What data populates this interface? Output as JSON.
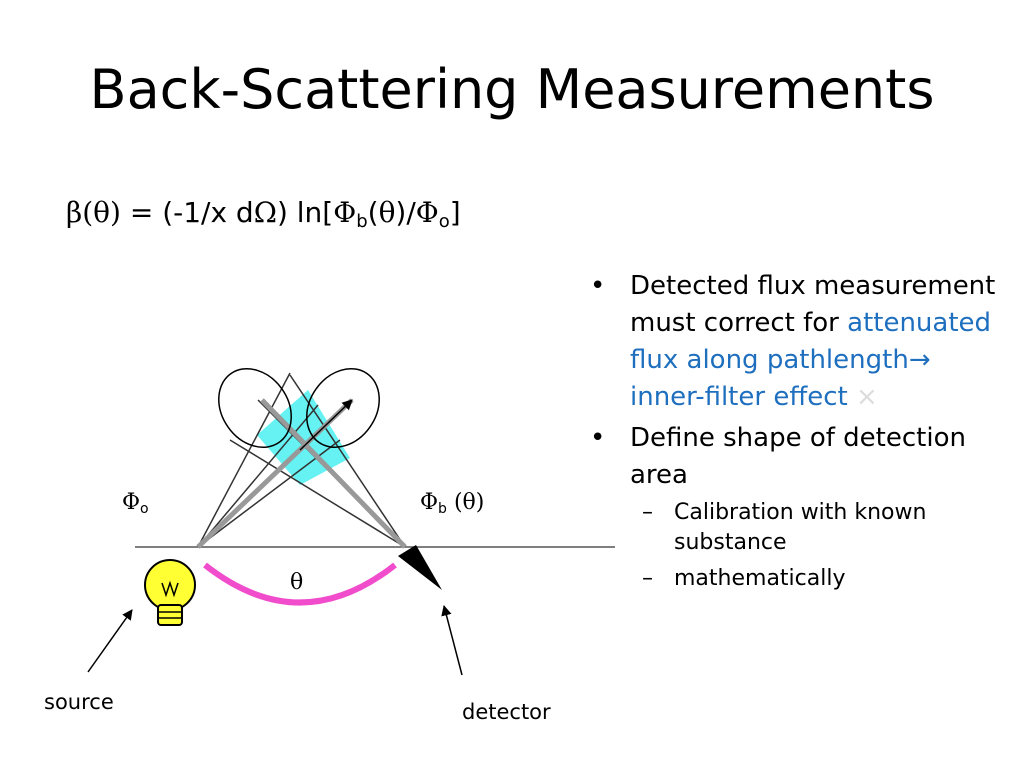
{
  "slide": {
    "title": "Back-Scattering Measurements",
    "formula": {
      "beta": "β",
      "theta": "θ",
      "middle": "= (-1/x d",
      "omega": "Ω",
      "after_omega": ") ln[",
      "phi": "Φ",
      "sub_b": "b",
      "sub_o": "o",
      "close": "]"
    },
    "bullets": [
      {
        "text_part1": "Detected flux measurement must correct for ",
        "highlight": "attenuated flux along pathlength",
        "arrow": "→",
        "highlight2": "inner-filter effect",
        "mark": "×"
      },
      {
        "text": "Define shape of detection area",
        "subitems": [
          "Calibration with known substance",
          "mathematically"
        ]
      }
    ],
    "diagram": {
      "phi_o": {
        "symbol": "Φ",
        "sub": "o"
      },
      "phi_b": {
        "symbol": "Φ",
        "sub": "b",
        "arg": "(θ)"
      },
      "theta": "θ",
      "source": "source",
      "detector": "detector"
    },
    "colors": {
      "cone": "#66f2f2",
      "arc": "#f04ccc",
      "bulb": "#ffff33",
      "highlight": "#1f6fbf"
    }
  }
}
